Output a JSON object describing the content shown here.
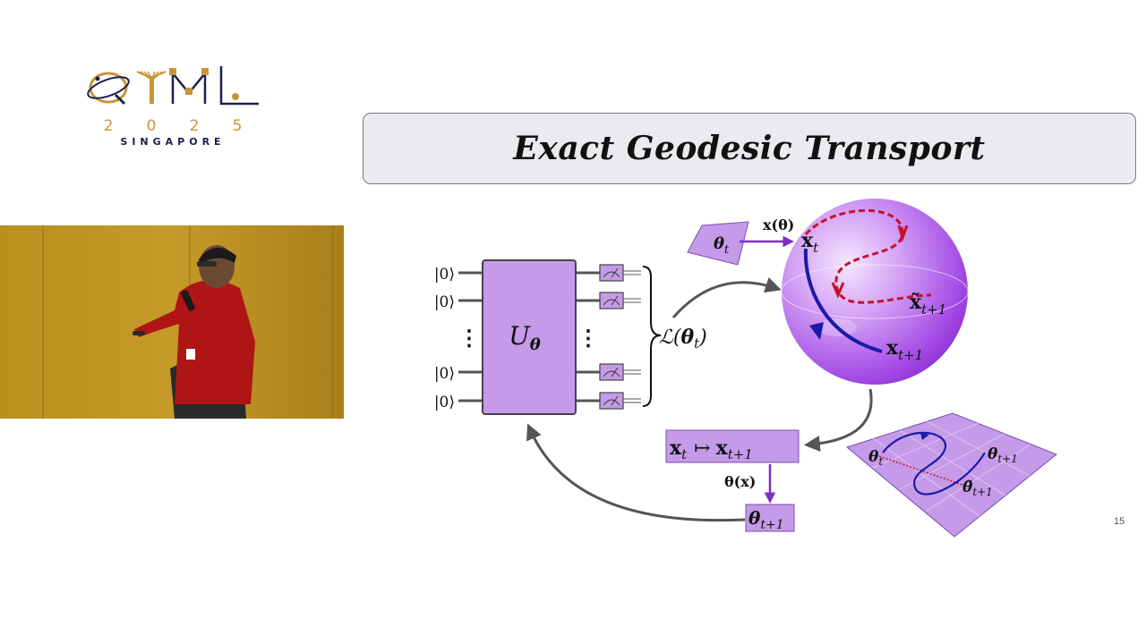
{
  "logo": {
    "wordmark": "QTML",
    "year": [
      "2",
      "0",
      "2",
      "5"
    ],
    "city": "SINGAPORE"
  },
  "slide": {
    "title": "Exact Geodesic Transport",
    "page_number": "15"
  },
  "circuit": {
    "ket": "|0⟩",
    "unitary_base": "U",
    "unitary_sub": "θ",
    "dots": "⋮",
    "loss_base": "ℒ(",
    "loss_theta": "θ",
    "loss_sub": "t",
    "loss_close": ")"
  },
  "sphere": {
    "param_base": "θ",
    "param_sub": "t",
    "map_label": "x(θ)",
    "x_base": "x",
    "x_t_sub": "t",
    "x_next_sub": "t+1",
    "x_tilde_base": "x̃",
    "x_tilde_sub": "t+1"
  },
  "update": {
    "from_base": "x",
    "from_sub": "t",
    "arrow": "↦",
    "to_base": "x",
    "to_sub": "t+1",
    "inverse_label": "θ(x)",
    "theta_base": "θ",
    "theta_sub": "t+1"
  },
  "plane": {
    "start_base": "θ",
    "start_sub": "t",
    "end_base": "θ",
    "end_sub": "t+1",
    "tilde_base": "θ̃",
    "tilde_sub": "t+1"
  },
  "colors": {
    "purple": "#c59ae8",
    "purple_edge": "#7a4fb0",
    "arrow_purple": "#7b2fc2",
    "path_blue": "#1a1aa8",
    "path_red": "#c8102e",
    "wire_gray": "#555555",
    "logo_gold": "#c8953a",
    "logo_navy": "#1d1f4f"
  }
}
